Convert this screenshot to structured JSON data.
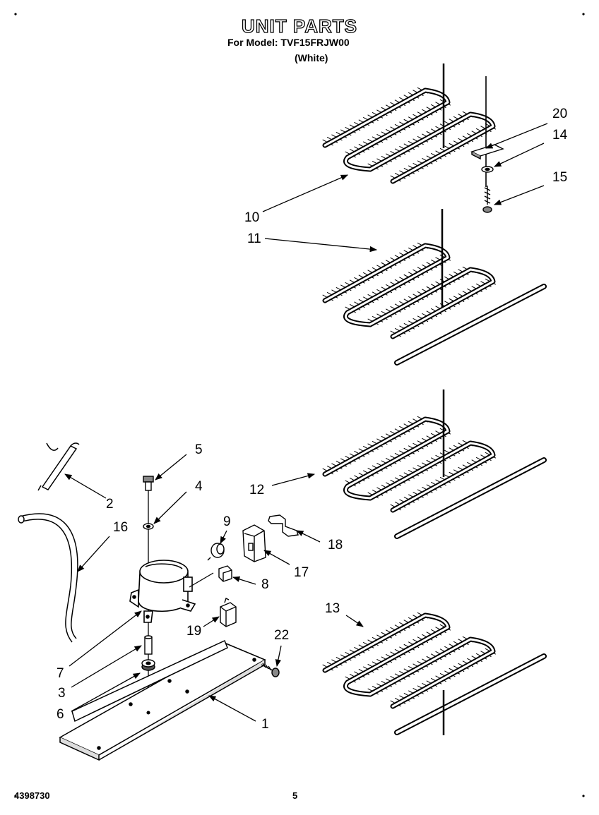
{
  "header": {
    "title": "UNIT PARTS",
    "model": "For Model: TVF15FRJW00",
    "color": "(White)"
  },
  "footer": {
    "doc_number": "4398730",
    "page": "5"
  },
  "callouts": {
    "c1": "1",
    "c2": "2",
    "c3": "3",
    "c4": "4",
    "c5": "5",
    "c6": "6",
    "c7": "7",
    "c8": "8",
    "c9": "9",
    "c10": "10",
    "c11": "11",
    "c12": "12",
    "c13": "13",
    "c14": "14",
    "c15": "15",
    "c16": "16",
    "c17": "17",
    "c18": "18",
    "c19": "19",
    "c20": "20",
    "c22": "22"
  }
}
